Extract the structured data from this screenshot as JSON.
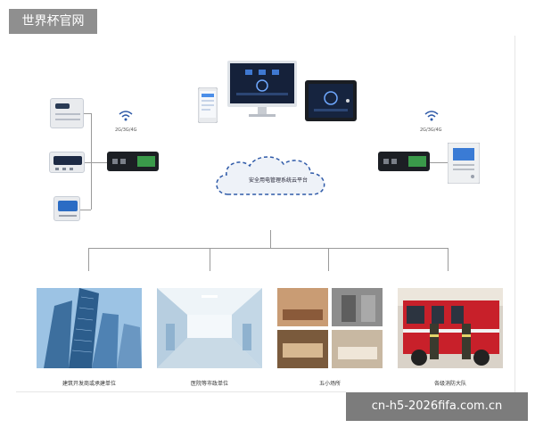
{
  "watermark": "世界杯官网",
  "url_banner": "cn-h5-2026fifa.com.cn",
  "cloud_label": "安全用电管理系统云平台",
  "network_label_left": "2G/3G/4G",
  "network_label_right": "2G/3G/4G",
  "captions": [
    "建筑开发商或承建单位",
    "医院等市政单位",
    "五小场所",
    "各级消防大队"
  ],
  "colors": {
    "cloud_border": "#2f5aa8",
    "gateway": "#1c1f24",
    "line": "#9a9a9a",
    "screen_dark": "#1d2a44"
  }
}
